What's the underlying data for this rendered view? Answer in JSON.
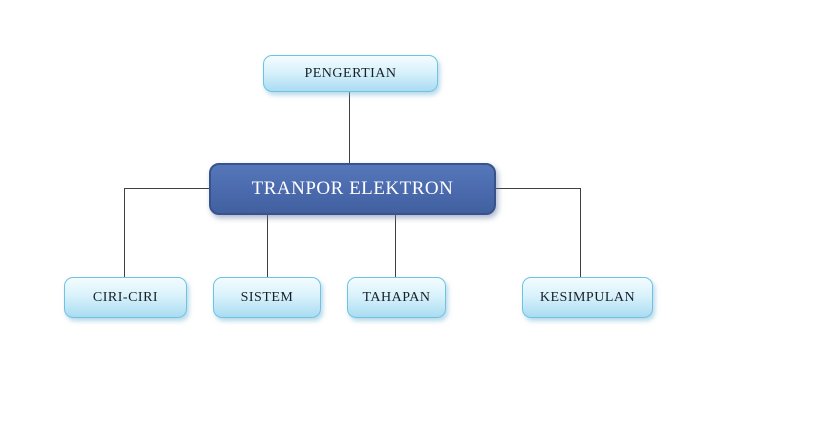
{
  "diagram": {
    "title": "Tranpor Elektron concept map",
    "root": {
      "label": "TRANPOR ELEKTRON"
    },
    "top": {
      "label": "PENGERTIAN"
    },
    "children": [
      {
        "label": "CIRI-CIRI"
      },
      {
        "label": "SISTEM"
      },
      {
        "label": "TAHAPAN"
      },
      {
        "label": "KESIMPULAN"
      }
    ],
    "colors": {
      "root_fill": "#4a6aad",
      "root_border": "#38538c",
      "root_text": "#ffffff",
      "child_fill_top": "#f3fcff",
      "child_fill_bottom": "#aadcf2",
      "child_border": "#6fc2e2",
      "child_text": "#17202a",
      "connector": "#404040",
      "background": "#ffffff"
    }
  }
}
